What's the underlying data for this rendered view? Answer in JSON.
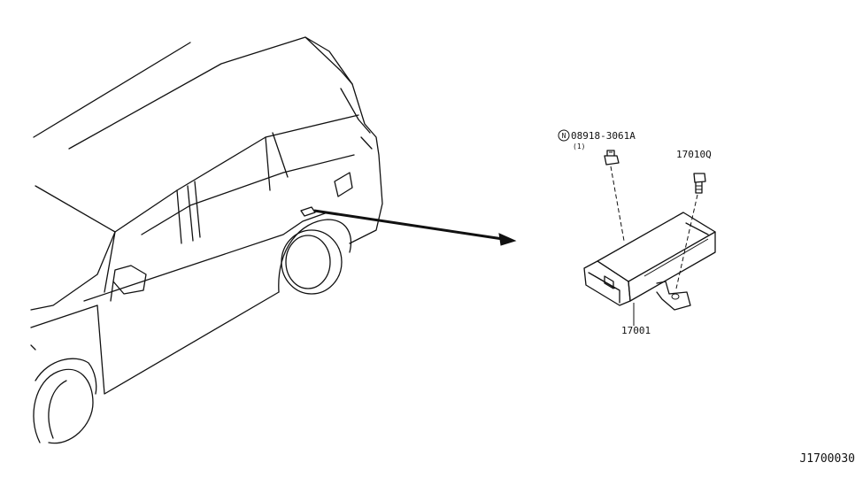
{
  "labels": {
    "nut_part_no": "08918-3061A",
    "nut_prefix_symbol": "N",
    "nut_qty": "(1)",
    "bolt_part_no": "17010Q",
    "module_part_no": "17001",
    "figure_code": "J1700030"
  }
}
